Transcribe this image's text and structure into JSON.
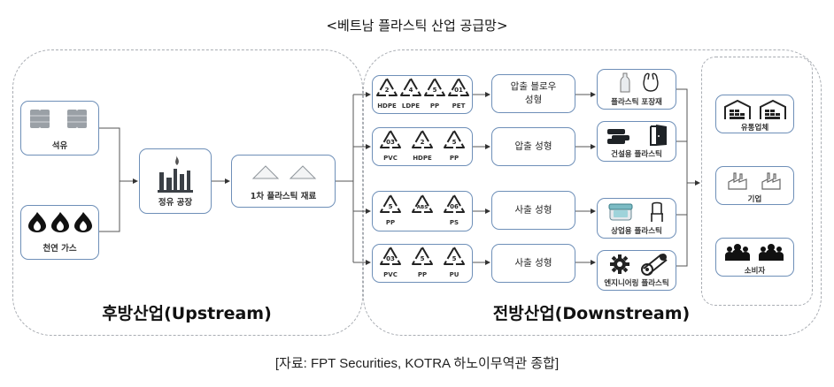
{
  "title": "<베트남 플라스틱 산업 공급망>",
  "source": "[자료: FPT Securities, KOTRA 하노이무역관 종합]",
  "upstream": {
    "label": "후방산업(Upstream)",
    "inputs": [
      {
        "label": "석유",
        "icon": "oil-barrel-icon"
      },
      {
        "label": "천연 가스",
        "icon": "flame-icon"
      }
    ],
    "refinery": {
      "label": "정유 공장",
      "icon": "refinery-icon"
    },
    "raw_material": {
      "label": "1차 플라스틱 재료",
      "icon": "plastic-pellets-icon"
    }
  },
  "downstream": {
    "label": "전방산업(Downstream)",
    "rows": [
      {
        "resins": [
          {
            "code": "2",
            "name": "HDPE"
          },
          {
            "code": "4",
            "name": "LDPE"
          },
          {
            "code": "5",
            "name": "PP"
          },
          {
            "code": "01",
            "name": "PET"
          }
        ],
        "process": "압출 블로우\n성형",
        "product": {
          "label": "플라스틱 포장재",
          "icons": [
            "bottle-icon",
            "plastic-bag-icon"
          ]
        }
      },
      {
        "resins": [
          {
            "code": "03",
            "name": "PVC"
          },
          {
            "code": "2",
            "name": "HDPE"
          },
          {
            "code": "5",
            "name": "PP"
          }
        ],
        "process": "압출 성형",
        "product": {
          "label": "건설용 플라스틱",
          "icons": [
            "pipes-icon",
            "door-icon"
          ]
        }
      },
      {
        "resins": [
          {
            "code": "5",
            "name": "PP"
          },
          {
            "code": "ABS",
            "name": ""
          },
          {
            "code": "06",
            "name": "PS"
          }
        ],
        "process": "사출 성형",
        "product": {
          "label": "상업용 플라스틱",
          "icons": [
            "food-container-icon",
            "chair-icon"
          ]
        }
      },
      {
        "resins": [
          {
            "code": "03",
            "name": "PVC"
          },
          {
            "code": "5",
            "name": "PP"
          },
          {
            "code": "5",
            "name": "PU"
          }
        ],
        "process": "사출 성형",
        "product": {
          "label": "엔지니어링 플라스틱",
          "icons": [
            "gear-icon",
            "belt-pulley-icon"
          ]
        }
      }
    ],
    "consumers": [
      {
        "label": "유통업체",
        "icon": "warehouse-icon"
      },
      {
        "label": "기업",
        "icon": "factory-icon"
      },
      {
        "label": "소비자",
        "icon": "people-icon"
      }
    ]
  }
}
